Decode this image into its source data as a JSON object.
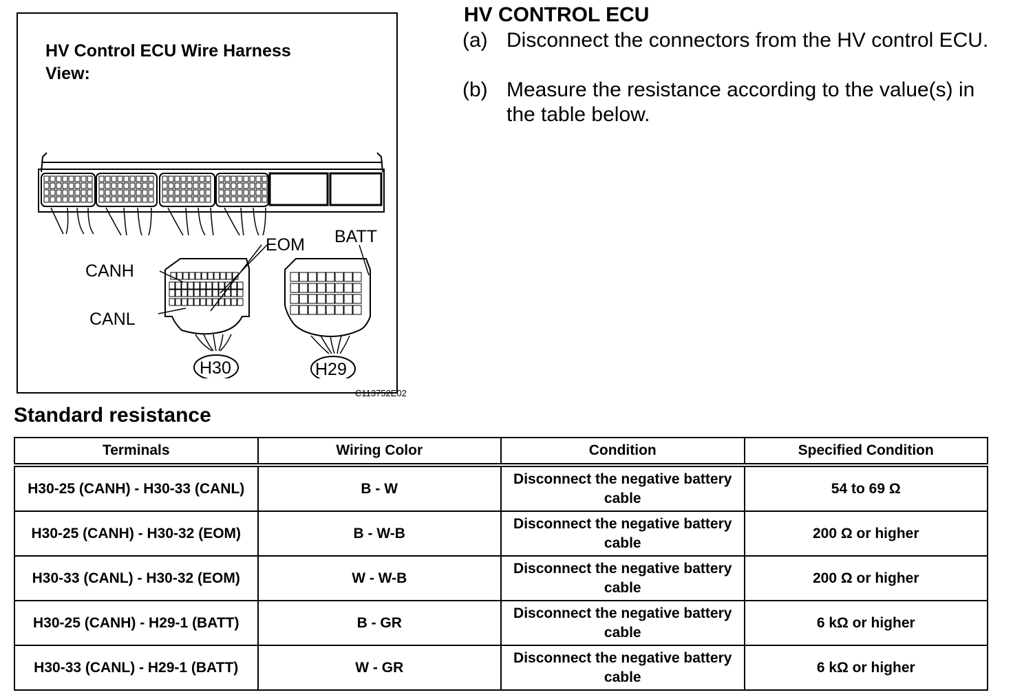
{
  "figure": {
    "title": "HV Control ECU Wire Harness View:",
    "labels": {
      "canh": "CANH",
      "canl": "CANL",
      "eom": "EOM",
      "batt": "BATT",
      "h30": "H30",
      "h29": "H29"
    },
    "code": "C113752E02"
  },
  "instructions": {
    "heading": "HV CONTROL ECU",
    "steps": [
      {
        "label": "(a)",
        "text": "Disconnect the connectors from the HV control ECU."
      },
      {
        "label": "(b)",
        "text": "Measure the resistance according to the value(s) in the table below."
      }
    ]
  },
  "table": {
    "title": "Standard resistance",
    "headers": [
      "Terminals",
      "Wiring Color",
      "Condition",
      "Specified Condition"
    ],
    "rows": [
      [
        "H30-25 (CANH) - H30-33 (CANL)",
        "B - W",
        "Disconnect the negative battery cable",
        "54 to 69 Ω"
      ],
      [
        "H30-25 (CANH) - H30-32 (EOM)",
        "B - W-B",
        "Disconnect the negative battery cable",
        "200 Ω or higher"
      ],
      [
        "H30-33 (CANL) - H30-32 (EOM)",
        "W - W-B",
        "Disconnect the negative battery cable",
        "200 Ω or higher"
      ],
      [
        "H30-25 (CANH) - H29-1 (BATT)",
        "B - GR",
        "Disconnect the negative battery cable",
        "6 kΩ or higher"
      ],
      [
        "H30-33 (CANL) - H29-1 (BATT)",
        "W - GR",
        "Disconnect the negative battery cable",
        "6 kΩ or higher"
      ]
    ]
  }
}
